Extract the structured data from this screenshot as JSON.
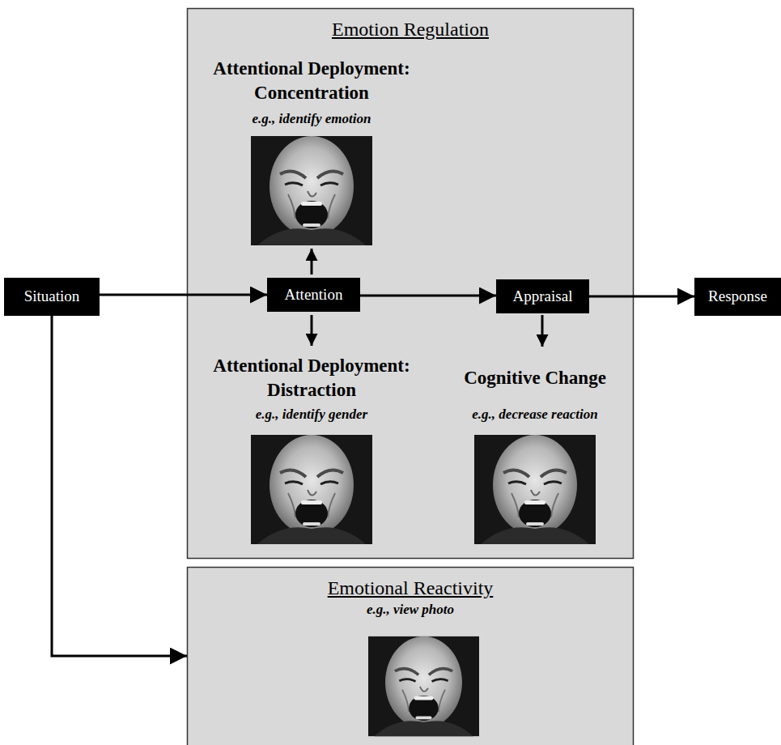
{
  "diagram": {
    "nodes": [
      {
        "text": [
          "Emotion Regulation"
        ]
      },
      {
        "text": [
          "Situation"
        ]
      },
      {
        "text": [
          "Attention"
        ],
        "in": 0
      },
      {
        "text": [
          "Appraisal"
        ],
        "in": 0
      },
      {
        "text": [
          "Response"
        ]
      },
      {
        "text": [
          "Emotional Reactivity",
          "e.g., view photo"
        ]
      }
    ],
    "edges": [
      {
        "from": 1,
        "to": 2,
        "arrow": "to"
      },
      {
        "from": 2,
        "to": 3,
        "arrow": "to"
      },
      {
        "from": 3,
        "to": 4,
        "arrow": "to"
      },
      {
        "from": 1,
        "to": 5,
        "arrow": "to"
      }
    ],
    "labels": [
      "Attentional Deployment: Concentration",
      "e.g., identify emotion",
      "Attentional Deployment: Distraction",
      "e.g., identify gender",
      "Cognitive Change",
      "e.g., decrease reaction"
    ]
  }
}
